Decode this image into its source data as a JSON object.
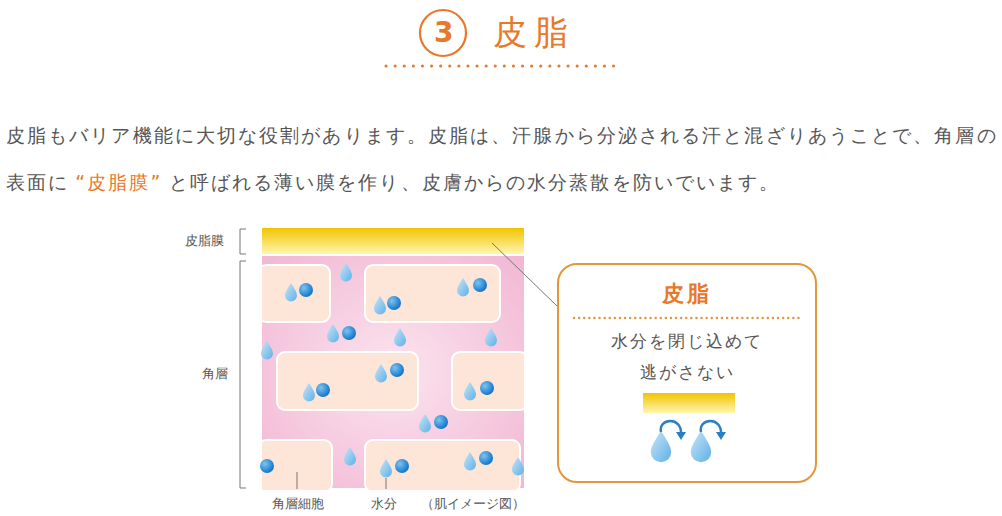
{
  "diagram": {
    "title": "皮脂",
    "nodes": [
      {
        "text": [
          "皮脂",
          "水分を閉じ込めて 逃がさない"
        ]
      }
    ],
    "labels": [
      "3",
      "皮脂もバリア機能に大切な役割があります。皮脂は、汗腺から分泌される汗と混ざりあうことで、角層の表面に",
      "“皮脂膜”",
      "と呼ばれる薄い膜を作り、皮膚からの水分蒸散を防いでいます。",
      "皮脂膜",
      "角層",
      "角層細胞",
      "水分",
      "（肌イメージ図）"
    ]
  }
}
